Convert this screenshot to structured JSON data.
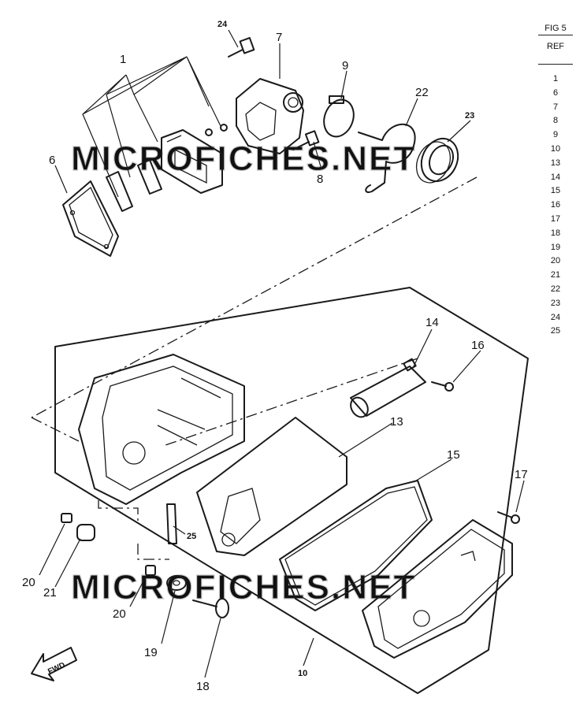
{
  "watermark": "MICROFICHES.NET",
  "ref_panel": {
    "fig": "FIG 5",
    "header": "REF",
    "refs": [
      "1",
      "6",
      "7",
      "8",
      "9",
      "10",
      "13",
      "14",
      "15",
      "16",
      "17",
      "18",
      "19",
      "20",
      "21",
      "22",
      "23",
      "24",
      "25"
    ]
  },
  "callouts": {
    "c1": "1",
    "c6": "6",
    "c7": "7",
    "c8": "8",
    "c9": "9",
    "c22": "22",
    "c23": "23",
    "c24": "24",
    "c14": "14",
    "c16": "16",
    "c13": "13",
    "c15": "15",
    "c17": "17",
    "c25": "25",
    "c20a": "20",
    "c21": "21",
    "c20b": "20",
    "c19": "19",
    "c18": "18",
    "c10": "10"
  },
  "fwd_label": "FWD"
}
